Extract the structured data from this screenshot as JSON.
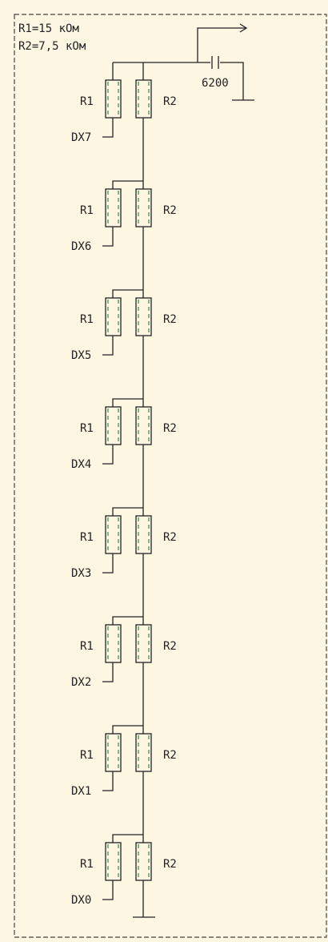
{
  "legend": {
    "r1": "R1=15 кОм",
    "r2": "R2=7,5 кОм"
  },
  "capacitor": {
    "label": "6200"
  },
  "resistor_labels": {
    "left": "R1",
    "right": "R2"
  },
  "stages": [
    {
      "input": "DX7"
    },
    {
      "input": "DX6"
    },
    {
      "input": "DX5"
    },
    {
      "input": "DX4"
    },
    {
      "input": "DX3"
    },
    {
      "input": "DX2"
    },
    {
      "input": "DX1"
    },
    {
      "input": "DX0"
    }
  ]
}
